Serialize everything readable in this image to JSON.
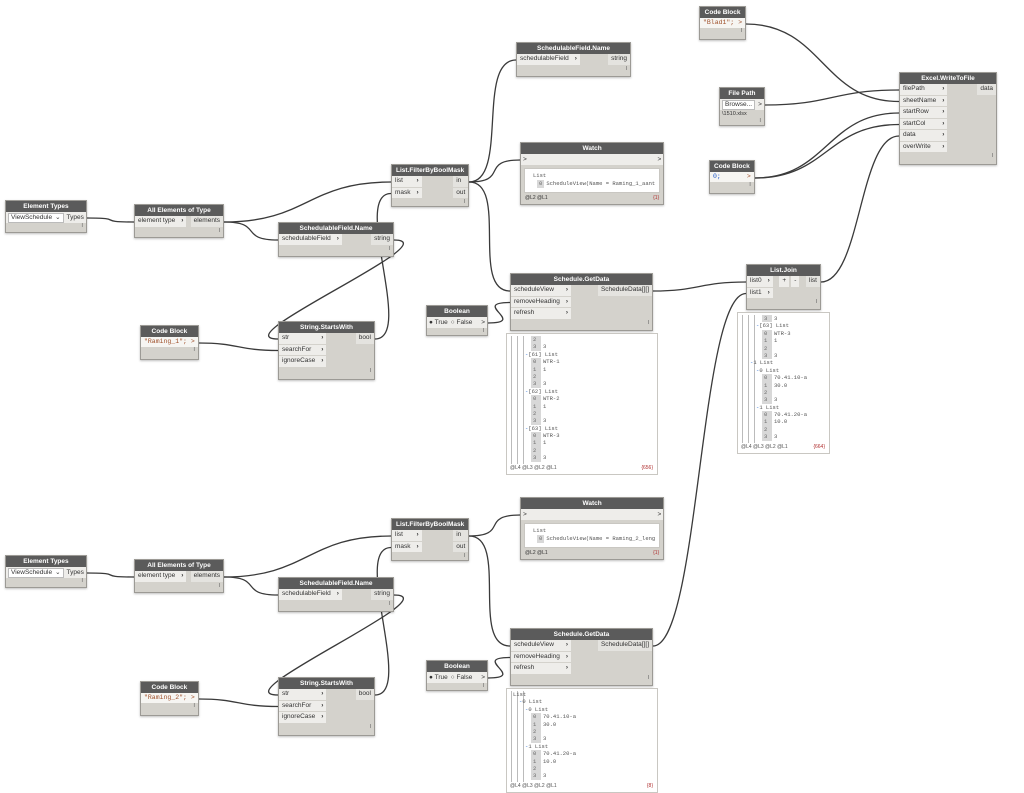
{
  "nodes": [
    {
      "id": "cb_blad",
      "type": "code",
      "title": "Code Block",
      "code": "\"Blad1\";"
    },
    {
      "id": "filepath",
      "type": "filepath",
      "title": "File Path",
      "button": "Browse...",
      "value": "\\1510.xlsx"
    },
    {
      "id": "cb_zero",
      "type": "code",
      "title": "Code Block",
      "code": "0;",
      "numeric": true
    },
    {
      "id": "excel",
      "type": "func",
      "title": "Excel.WriteToFile",
      "inputs": [
        "filePath",
        "sheetName",
        "startRow",
        "startCol",
        "data",
        "overWrite"
      ],
      "outputs": [
        "data"
      ]
    },
    {
      "id": "et1",
      "type": "dropdown",
      "title": "Element Types",
      "value": "ViewSchedule",
      "output": "Types"
    },
    {
      "id": "aet1",
      "type": "func",
      "title": "All Elements of Type",
      "inputs": [
        "element type"
      ],
      "outputs": [
        "elements"
      ]
    },
    {
      "id": "sfn1",
      "type": "func",
      "title": "SchedulableField.Name",
      "inputs": [
        "schedulableField"
      ],
      "outputs": [
        "string"
      ]
    },
    {
      "id": "lf1",
      "type": "func",
      "title": "List.FilterByBoolMask",
      "inputs": [
        "list",
        "mask"
      ],
      "outputs": [
        "in",
        "out"
      ]
    },
    {
      "id": "sfn2",
      "type": "func",
      "title": "SchedulableField.Name",
      "inputs": [
        "schedulableField"
      ],
      "outputs": [
        "string"
      ]
    },
    {
      "id": "watch1",
      "type": "watch",
      "title": "Watch",
      "lines": [
        {
          "lvl": 0,
          "text": "List"
        },
        {
          "lvl": 1,
          "idx": "0",
          "text": "ScheduleView(Name = Raming_1_aant"
        }
      ],
      "levels": "@L2 @L1",
      "count": "{1}"
    },
    {
      "id": "cb1",
      "type": "code",
      "title": "Code Block",
      "code": "\"Raming_1\";"
    },
    {
      "id": "ssw1",
      "type": "func",
      "title": "String.StartsWith",
      "inputs": [
        "str",
        "searchFor",
        "ignoreCase"
      ],
      "outputs": [
        "bool"
      ]
    },
    {
      "id": "bool1",
      "type": "bool",
      "title": "Boolean",
      "true_label": "True",
      "false_label": "False"
    },
    {
      "id": "sgd1",
      "type": "func",
      "title": "Schedule.GetData",
      "inputs": [
        "scheduleView",
        "removeHeading",
        "refresh"
      ],
      "outputs": [
        "ScheduleData[][]"
      ]
    },
    {
      "id": "join",
      "type": "join",
      "title": "List.Join",
      "inputs": [
        "list0",
        "list1"
      ],
      "outputs": [
        "list"
      ],
      "plus": "+",
      "minus": "-"
    },
    {
      "id": "et2",
      "type": "dropdown",
      "title": "Element Types",
      "value": "ViewSchedule",
      "output": "Types"
    },
    {
      "id": "aet2",
      "type": "func",
      "title": "All Elements of Type",
      "inputs": [
        "element type"
      ],
      "outputs": [
        "elements"
      ]
    },
    {
      "id": "lf2",
      "type": "func",
      "title": "List.FilterByBoolMask",
      "inputs": [
        "list",
        "mask"
      ],
      "outputs": [
        "in",
        "out"
      ]
    },
    {
      "id": "sfn3",
      "type": "func",
      "title": "SchedulableField.Name",
      "inputs": [
        "schedulableField"
      ],
      "outputs": [
        "string"
      ]
    },
    {
      "id": "watch2",
      "type": "watch",
      "title": "Watch",
      "lines": [
        {
          "lvl": 0,
          "text": "List"
        },
        {
          "lvl": 1,
          "idx": "0",
          "text": "ScheduleView(Name = Raming_2_leng"
        }
      ],
      "levels": "@L2 @L1",
      "count": "{1}"
    },
    {
      "id": "cb3",
      "type": "code",
      "title": "Code Block",
      "code": "\"Raming_2\";"
    },
    {
      "id": "ssw2",
      "type": "func",
      "title": "String.StartsWith",
      "inputs": [
        "str",
        "searchFor",
        "ignoreCase"
      ],
      "outputs": [
        "bool"
      ]
    },
    {
      "id": "bool2",
      "type": "bool",
      "title": "Boolean",
      "true_label": "True",
      "false_label": "False"
    },
    {
      "id": "sgd2",
      "type": "func",
      "title": "Schedule.GetData",
      "inputs": [
        "scheduleView",
        "removeHeading",
        "refresh"
      ],
      "outputs": [
        "ScheduleData[][]"
      ]
    }
  ],
  "previews": [
    {
      "id": "pv_sgd1",
      "levels": "@L4 @L3 @L2 @L1",
      "count": "{656}",
      "lines": [
        {
          "lvl": 3,
          "idx": "2",
          "text": ""
        },
        {
          "lvl": 3,
          "idx": "3",
          "text": "3"
        },
        {
          "lvl": 2,
          "tog": "-",
          "text": "[61] List"
        },
        {
          "lvl": 3,
          "idx": "0",
          "text": "WTR-1"
        },
        {
          "lvl": 3,
          "idx": "1",
          "text": "1"
        },
        {
          "lvl": 3,
          "idx": "2",
          "text": ""
        },
        {
          "lvl": 3,
          "idx": "3",
          "text": "3"
        },
        {
          "lvl": 2,
          "tog": "-",
          "text": "[62] List"
        },
        {
          "lvl": 3,
          "idx": "0",
          "text": "WTR-2"
        },
        {
          "lvl": 3,
          "idx": "1",
          "text": "1"
        },
        {
          "lvl": 3,
          "idx": "2",
          "text": ""
        },
        {
          "lvl": 3,
          "idx": "3",
          "text": "3"
        },
        {
          "lvl": 2,
          "tog": "-",
          "text": "[63] List"
        },
        {
          "lvl": 3,
          "idx": "0",
          "text": "WTR-3"
        },
        {
          "lvl": 3,
          "idx": "1",
          "text": "1"
        },
        {
          "lvl": 3,
          "idx": "2",
          "text": ""
        },
        {
          "lvl": 3,
          "idx": "3",
          "text": "3"
        }
      ]
    },
    {
      "id": "pv_join",
      "levels": "@L4 @L3 @L2 @L1",
      "count": "{664}",
      "lines": [
        {
          "lvl": 3,
          "idx": "3",
          "text": "3"
        },
        {
          "lvl": 2,
          "tog": "-",
          "text": "[63] List"
        },
        {
          "lvl": 3,
          "idx": "0",
          "text": "WTR-3"
        },
        {
          "lvl": 3,
          "idx": "1",
          "text": "1"
        },
        {
          "lvl": 3,
          "idx": "2",
          "text": ""
        },
        {
          "lvl": 3,
          "idx": "3",
          "text": "3"
        },
        {
          "lvl": 1,
          "tog": "-",
          "text": "1 List"
        },
        {
          "lvl": 2,
          "tog": "-",
          "text": "0 List"
        },
        {
          "lvl": 3,
          "idx": "0",
          "text": "70.41.10-a"
        },
        {
          "lvl": 3,
          "idx": "1",
          "text": "30.0"
        },
        {
          "lvl": 3,
          "idx": "2",
          "text": ""
        },
        {
          "lvl": 3,
          "idx": "3",
          "text": "3"
        },
        {
          "lvl": 2,
          "tog": "-",
          "text": "1 List"
        },
        {
          "lvl": 3,
          "idx": "0",
          "text": "70.41.20-a"
        },
        {
          "lvl": 3,
          "idx": "1",
          "text": "10.0"
        },
        {
          "lvl": 3,
          "idx": "2",
          "text": ""
        },
        {
          "lvl": 3,
          "idx": "3",
          "text": "3"
        }
      ]
    },
    {
      "id": "pv_sgd2",
      "levels": "@L4 @L3 @L2 @L1",
      "count": "{8}",
      "lines": [
        {
          "lvl": 0,
          "text": "List"
        },
        {
          "lvl": 1,
          "tog": "-",
          "text": "0 List"
        },
        {
          "lvl": 2,
          "tog": "-",
          "text": "0 List"
        },
        {
          "lvl": 3,
          "idx": "0",
          "text": "70.41.10-a"
        },
        {
          "lvl": 3,
          "idx": "1",
          "text": "30.0"
        },
        {
          "lvl": 3,
          "idx": "2",
          "text": ""
        },
        {
          "lvl": 3,
          "idx": "3",
          "text": "3"
        },
        {
          "lvl": 2,
          "tog": "-",
          "text": "1 List"
        },
        {
          "lvl": 3,
          "idx": "0",
          "text": "70.41.20-a"
        },
        {
          "lvl": 3,
          "idx": "1",
          "text": "10.0"
        },
        {
          "lvl": 3,
          "idx": "2",
          "text": ""
        },
        {
          "lvl": 3,
          "idx": "3",
          "text": "3"
        }
      ]
    }
  ],
  "connections": [
    [
      "et1",
      0,
      "aet1",
      0
    ],
    [
      "aet1",
      0,
      "lf1",
      0
    ],
    [
      "aet1",
      0,
      "sfn2",
      0
    ],
    [
      "sfn2",
      0,
      "ssw1",
      0
    ],
    [
      "cb1",
      0,
      "ssw1",
      1
    ],
    [
      "ssw1",
      0,
      "lf1",
      1
    ],
    [
      "lf1",
      0,
      "sfn1",
      0
    ],
    [
      "lf1",
      0,
      "watch1",
      0
    ],
    [
      "lf1",
      0,
      "sgd1",
      0
    ],
    [
      "bool1",
      0,
      "sgd1",
      1
    ],
    [
      "sgd1",
      0,
      "join",
      0
    ],
    [
      "et2",
      0,
      "aet2",
      0
    ],
    [
      "aet2",
      0,
      "lf2",
      0
    ],
    [
      "aet2",
      0,
      "sfn3",
      0
    ],
    [
      "sfn3",
      0,
      "ssw2",
      0
    ],
    [
      "cb3",
      0,
      "ssw2",
      1
    ],
    [
      "ssw2",
      0,
      "lf2",
      1
    ],
    [
      "lf2",
      0,
      "watch2",
      0
    ],
    [
      "lf2",
      0,
      "sgd2",
      0
    ],
    [
      "bool2",
      0,
      "sgd2",
      1
    ],
    [
      "sgd2",
      0,
      "join",
      1
    ],
    [
      "join",
      0,
      "excel",
      4
    ],
    [
      "cb_blad",
      0,
      "excel",
      1
    ],
    [
      "filepath",
      0,
      "excel",
      0
    ],
    [
      "cb_zero",
      0,
      "excel",
      2
    ],
    [
      "cb_zero",
      0,
      "excel",
      3
    ]
  ]
}
